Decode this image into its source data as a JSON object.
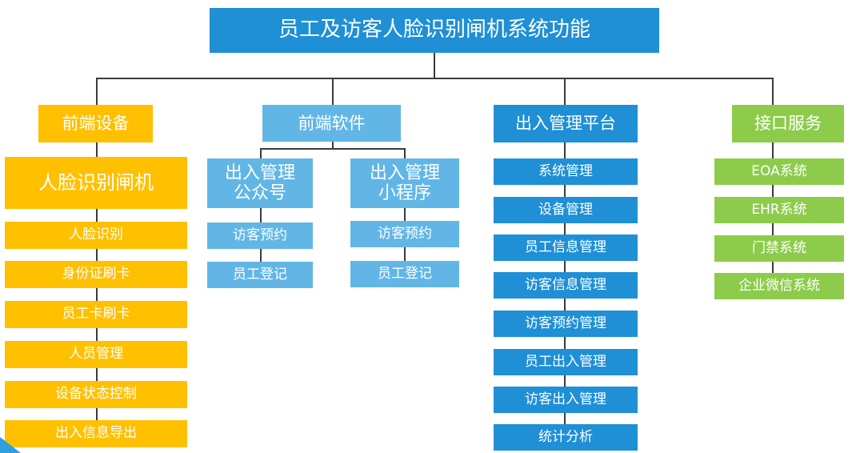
{
  "colors": {
    "title_bg": "#1f8fd6",
    "front_device": "#ffc000",
    "front_software": "#62b6e6",
    "platform": "#1f8fd6",
    "interface": "#8ccc4a",
    "connector": "#3a3a3a"
  },
  "title": "员工及访客人脸识别闸机系统功能",
  "branches": {
    "front_device": {
      "label": "前端设备",
      "device": "人脸识别闸机",
      "items": [
        "人脸识别",
        "身份证刷卡",
        "员工卡刷卡",
        "人员管理",
        "设备状态控制",
        "出入信息导出"
      ]
    },
    "front_software": {
      "label": "前端软件",
      "official_account": {
        "label": "出入管理\n公众号",
        "items": [
          "访客预约",
          "员工登记"
        ]
      },
      "mini_program": {
        "label": "出入管理\n小程序",
        "items": [
          "访客预约",
          "员工登记"
        ]
      }
    },
    "platform": {
      "label": "出入管理平台",
      "items": [
        "系统管理",
        "设备管理",
        "员工信息管理",
        "访客信息管理",
        "访客预约管理",
        "员工出入管理",
        "访客出入管理",
        "统计分析"
      ]
    },
    "interface": {
      "label": "接口服务",
      "items": [
        "EOA系统",
        "EHR系统",
        "门禁系统",
        "企业微信系统"
      ]
    }
  }
}
